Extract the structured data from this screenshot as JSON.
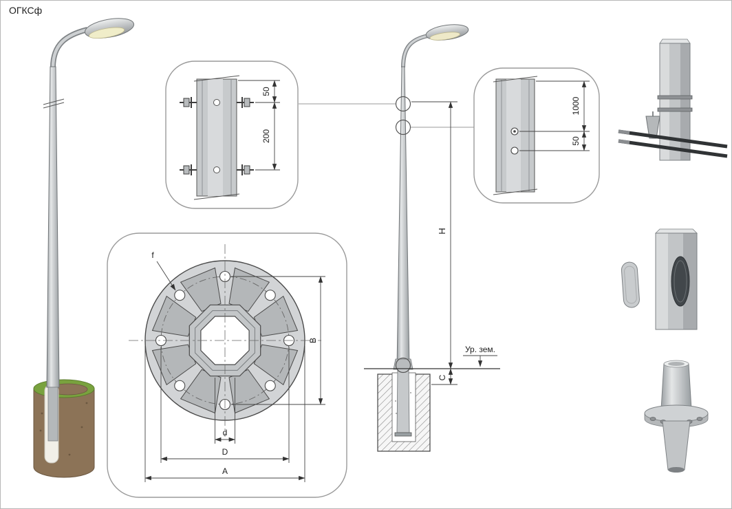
{
  "title": "ОГКСф",
  "detail_top": {
    "dim_offset": "50",
    "dim_spacing": "200"
  },
  "detail_right": {
    "dim_height": "1000",
    "dim_offset": "50"
  },
  "flange_plan": {
    "hole_diameter_label": "f",
    "bolt_span_label": "B",
    "inner_diameter_label": "d",
    "bolt_circle_label": "D",
    "outer_diameter_label": "A"
  },
  "elevation": {
    "height_label": "H",
    "embed_label": "C",
    "ground_label": "Ур. зем."
  }
}
